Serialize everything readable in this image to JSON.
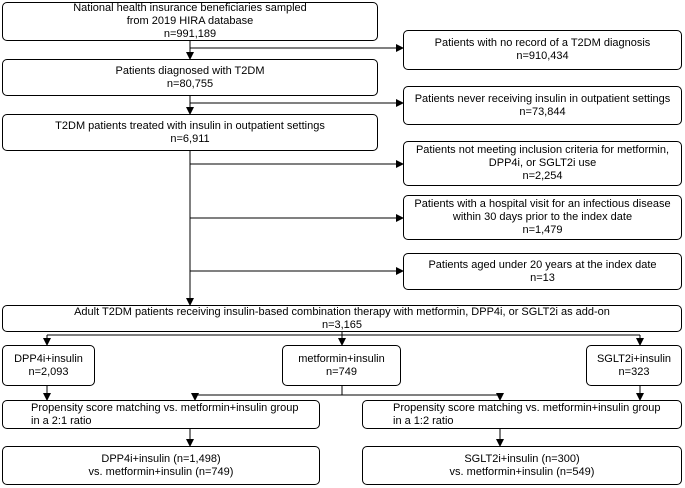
{
  "boxes": {
    "sampled": [
      "National health insurance beneficiaries sampled",
      "from 2019 HIRA database",
      "n=991,189"
    ],
    "no_record": [
      "Patients with no record of a T2DM diagnosis",
      "n=910,434"
    ],
    "diagnosed": [
      "Patients diagnosed with T2DM",
      "n=80,755"
    ],
    "never_insulin": [
      "Patients never receiving insulin in outpatient settings",
      "n=73,844"
    ],
    "treated_insulin": [
      "T2DM patients treated with insulin in outpatient settings",
      "n=6,911"
    ],
    "not_meeting": [
      "Patients not meeting inclusion criteria for metformin,",
      "DPP4i, or SGLT2i use",
      "n=2,254"
    ],
    "infectious": [
      "Patients with a hospital visit for an infectious disease",
      "within 30 days prior to the index date",
      "n=1,479"
    ],
    "under20": [
      "Patients aged under 20 years at the index date",
      "n=13"
    ],
    "adult_combo": [
      "Adult T2DM patients receiving insulin-based combination therapy with metformin, DPP4i, or SGLT2i as add-on",
      "n=3,165"
    ],
    "dpp4i": [
      "DPP4i+insulin",
      "n=2,093"
    ],
    "metformin": [
      "metformin+insulin",
      "n=749"
    ],
    "sglt2i": [
      "SGLT2i+insulin",
      "n=323"
    ],
    "psm_left": [
      "Propensity score matching vs. metformin+insulin group",
      "in a 2:1 ratio"
    ],
    "psm_right": [
      "Propensity score matching vs. metformin+insulin group",
      "in a 1:2 ratio"
    ],
    "result_left": [
      "DPP4i+insulin (n=1,498)",
      "vs. metformin+insulin (n=749)"
    ],
    "result_right": [
      "SGLT2i+insulin (n=300)",
      "vs. metformin+insulin (n=549)"
    ]
  }
}
